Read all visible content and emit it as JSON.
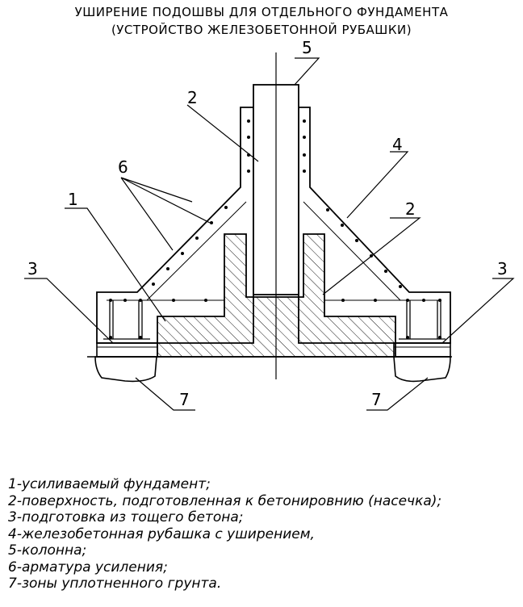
{
  "title": {
    "line1": "УШИРЕНИЕ ПОДОШВЫ ДЛЯ ОТДЕЛЬНОГО ФУНДАМЕНТА",
    "line2": "(УСТРОЙСТВО ЖЕЛЕЗОБЕТОННОЙ РУБАШКИ)"
  },
  "callouts": {
    "c1": "1",
    "c2a": "2",
    "c2b": "2",
    "c3a": "3",
    "c3b": "3",
    "c4": "4",
    "c5": "5",
    "c6": "6",
    "c7a": "7",
    "c7b": "7"
  },
  "legend": [
    "1-усиливаемый фундамент;",
    "2-поверхность, подготовленная к бетонировнию (насечка);",
    "3-подготовка из тощего бетона;",
    "4-железобетонная рубашка с уширением,",
    "5-колонна;",
    "6-арматура усиления;",
    "7-зоны уплотненного грунта."
  ]
}
